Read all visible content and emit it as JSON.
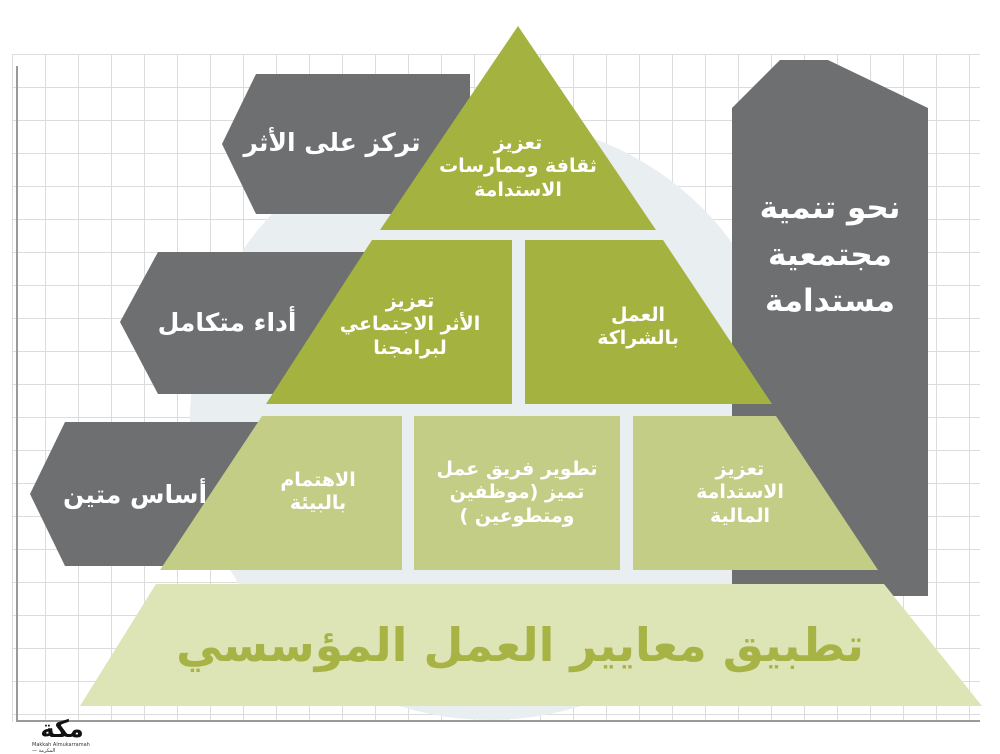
{
  "side_banner": {
    "label": "نحو تنمية\nمجتمعية\nمستدامة"
  },
  "tags": [
    {
      "label": "تركز على الأثر"
    },
    {
      "label": "أداء متكامل"
    },
    {
      "label": "أساس متين"
    }
  ],
  "pyramid": {
    "apex": {
      "label": "تعزيز\nثقافة وممارسات\nالاستدامة"
    },
    "tier2": [
      {
        "label": "العمل\nبالشراكة"
      },
      {
        "label": "تعزيز\nالأثر الاجتماعي\nلبرامجنا"
      }
    ],
    "tier3": [
      {
        "label": "تعزيز\nالاستدامة\nالمالية"
      },
      {
        "label": "تطوير فريق عمل\nتميز (موظفين\nومتطوعين )"
      },
      {
        "label": "الاهتمام\nبالبيئة"
      }
    ],
    "base": {
      "label": "تطبيق معايير العمل المؤسسي"
    }
  },
  "logo": {
    "mark": "مكة",
    "sub": "Makkah Almukarramah — المكرمة"
  },
  "colors": {
    "tier_green": "#a4b33f",
    "tier_light_green": "#c3cd86",
    "base_green": "#dde4b6",
    "slate": "#6d6f71",
    "base_text": "#a7b445"
  }
}
